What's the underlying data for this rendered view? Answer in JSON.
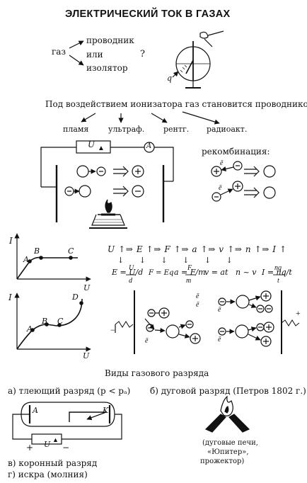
{
  "title": "ЭЛЕКТРИЧЕСКИЙ ТОК В ГАЗАХ",
  "gas_question": {
    "gas": "газ",
    "conductor": "проводник",
    "or": "или",
    "insulator": "изолятор",
    "question": "?"
  },
  "electroscope": {
    "charge_label": "q"
  },
  "ionizer_statement": "Под воздействием ионизатора газ становится проводником",
  "ionizers": [
    "пламя",
    "ультраф.",
    "рентг.",
    "радиоакт."
  ],
  "circuit": {
    "source_label": "U",
    "ammeter_label": "A"
  },
  "ionization": {
    "row1_result": "+",
    "row2_result": "−"
  },
  "recombination": {
    "heading": "рекомбинация:",
    "electron": "ē"
  },
  "graph1": {
    "y_axis": "I",
    "points": [
      "A",
      "B",
      "C"
    ]
  },
  "graph2": {
    "y_axis": "I",
    "x_axis": "U",
    "points": [
      "A",
      "B",
      "C",
      "D"
    ]
  },
  "chain": {
    "line1": "U ↑⇒ E ↑⇒ F ↑⇒ a ↑⇒ v ↑⇒ n ↑⇒ I ↑",
    "line2": "↓     ↓     ↓     ↓     ↓     ↓",
    "formulas": [
      "E = U/d",
      "F = Eq",
      "a = F/m",
      "v = at",
      "n ~ v",
      "I = nq/t"
    ]
  },
  "discharge_section_title": "Виды газового разряда",
  "glow_discharge": "а) тлеющий разряд (p < pₐ)",
  "arc_discharge": "б) дуговой разряд (Петров 1802 г.)",
  "tube": {
    "anode": "A",
    "cathode": "K",
    "source": "U",
    "plus": "+",
    "minus": "−"
  },
  "corona_discharge": "в) коронный разряд",
  "spark": "г) искра (молния)",
  "arc_uses": [
    "(дуговые печи,",
    "«Юпитер»,",
    "прожектор)"
  ]
}
